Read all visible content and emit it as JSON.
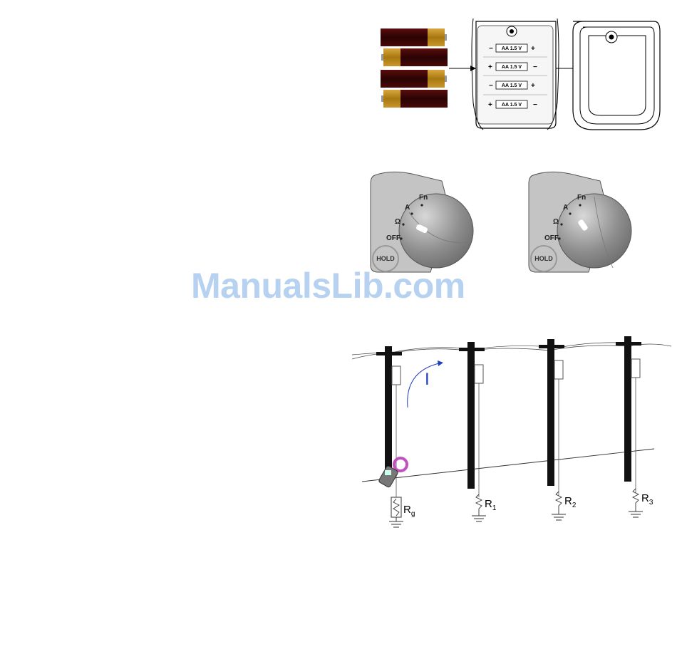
{
  "battery_figure": {
    "battery_label": "AA 1.5 V",
    "colors": {
      "battery_body": "#3a0606",
      "battery_cap": "#b8860b"
    }
  },
  "dial_figure": {
    "positions": {
      "off": "OFF",
      "ohm": "Ω",
      "amp": "A",
      "fn": "Fn"
    },
    "hold_label": "HOLD"
  },
  "pole_figure": {
    "current_label": "I",
    "resistors": {
      "rg": {
        "base": "R",
        "sub": "g"
      },
      "r1": {
        "base": "R",
        "sub": "1"
      },
      "r2": {
        "base": "R",
        "sub": "2"
      },
      "r3": {
        "base": "R",
        "sub": "3"
      }
    },
    "colors": {
      "current_arrow": "#1f3fbf",
      "pole": "#111111"
    }
  },
  "watermark": "ManualsLib.com"
}
